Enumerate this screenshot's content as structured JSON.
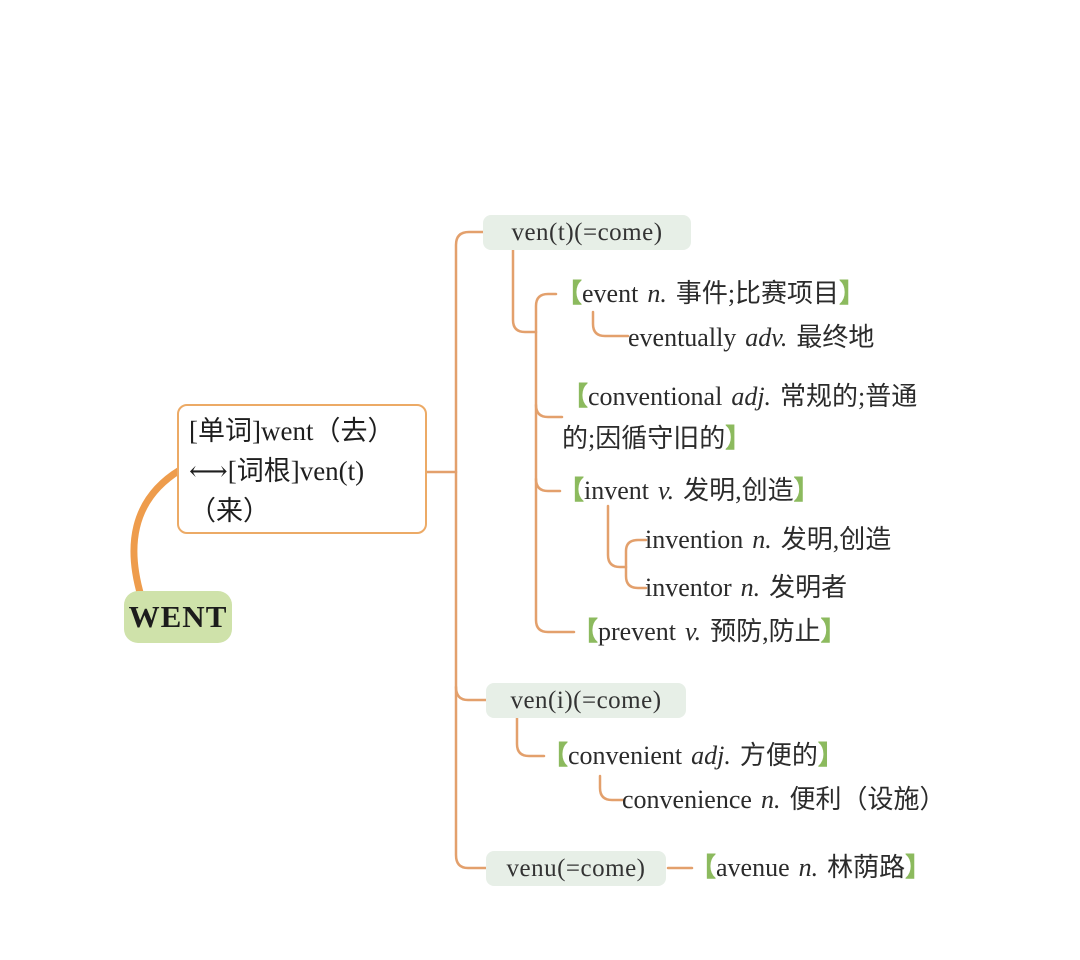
{
  "colors": {
    "connector": "#e3a06c",
    "connector-thick": "#ee9c4c",
    "box-border": "#ecaa66",
    "went-bg": "#cfe2aa",
    "node-bg": "#e7efe7",
    "bracket": "#8cba5e",
    "text": "#2b2b2b"
  },
  "brackets": {
    "open": "【",
    "close": "】"
  },
  "root": {
    "label": "WENT"
  },
  "definition": {
    "line1": "[单词]went（去）",
    "line2": "⟷[词根]ven(t)",
    "line3": "（来）"
  },
  "stems": {
    "vent": {
      "label": "ven(t)(=come)"
    },
    "veni": {
      "label": "ven(i)(=come)"
    },
    "venu": {
      "label": "venu(=come)"
    }
  },
  "entries": {
    "event": {
      "en": "event",
      "pos": "n.",
      "zh": "事件;比赛项目"
    },
    "eventually": {
      "en": "eventually",
      "pos": "adv.",
      "zh": "最终地"
    },
    "conventional": {
      "en": "conventional",
      "pos": "adj.",
      "zh1": "常规的;普通",
      "zh2": "的;因循守旧的"
    },
    "invent": {
      "en": "invent",
      "pos": "v.",
      "zh": "发明,创造"
    },
    "invention": {
      "en": "invention",
      "pos": "n.",
      "zh": "发明,创造"
    },
    "inventor": {
      "en": "inventor",
      "pos": "n.",
      "zh": "发明者"
    },
    "prevent": {
      "en": "prevent",
      "pos": "v.",
      "zh": "预防,防止"
    },
    "convenient": {
      "en": "convenient",
      "pos": "adj.",
      "zh": "方便的"
    },
    "convenience": {
      "en": "convenience",
      "pos": "n.",
      "zh": "便利（设施）"
    },
    "avenue": {
      "en": "avenue",
      "pos": "n.",
      "zh": "林荫路"
    }
  }
}
